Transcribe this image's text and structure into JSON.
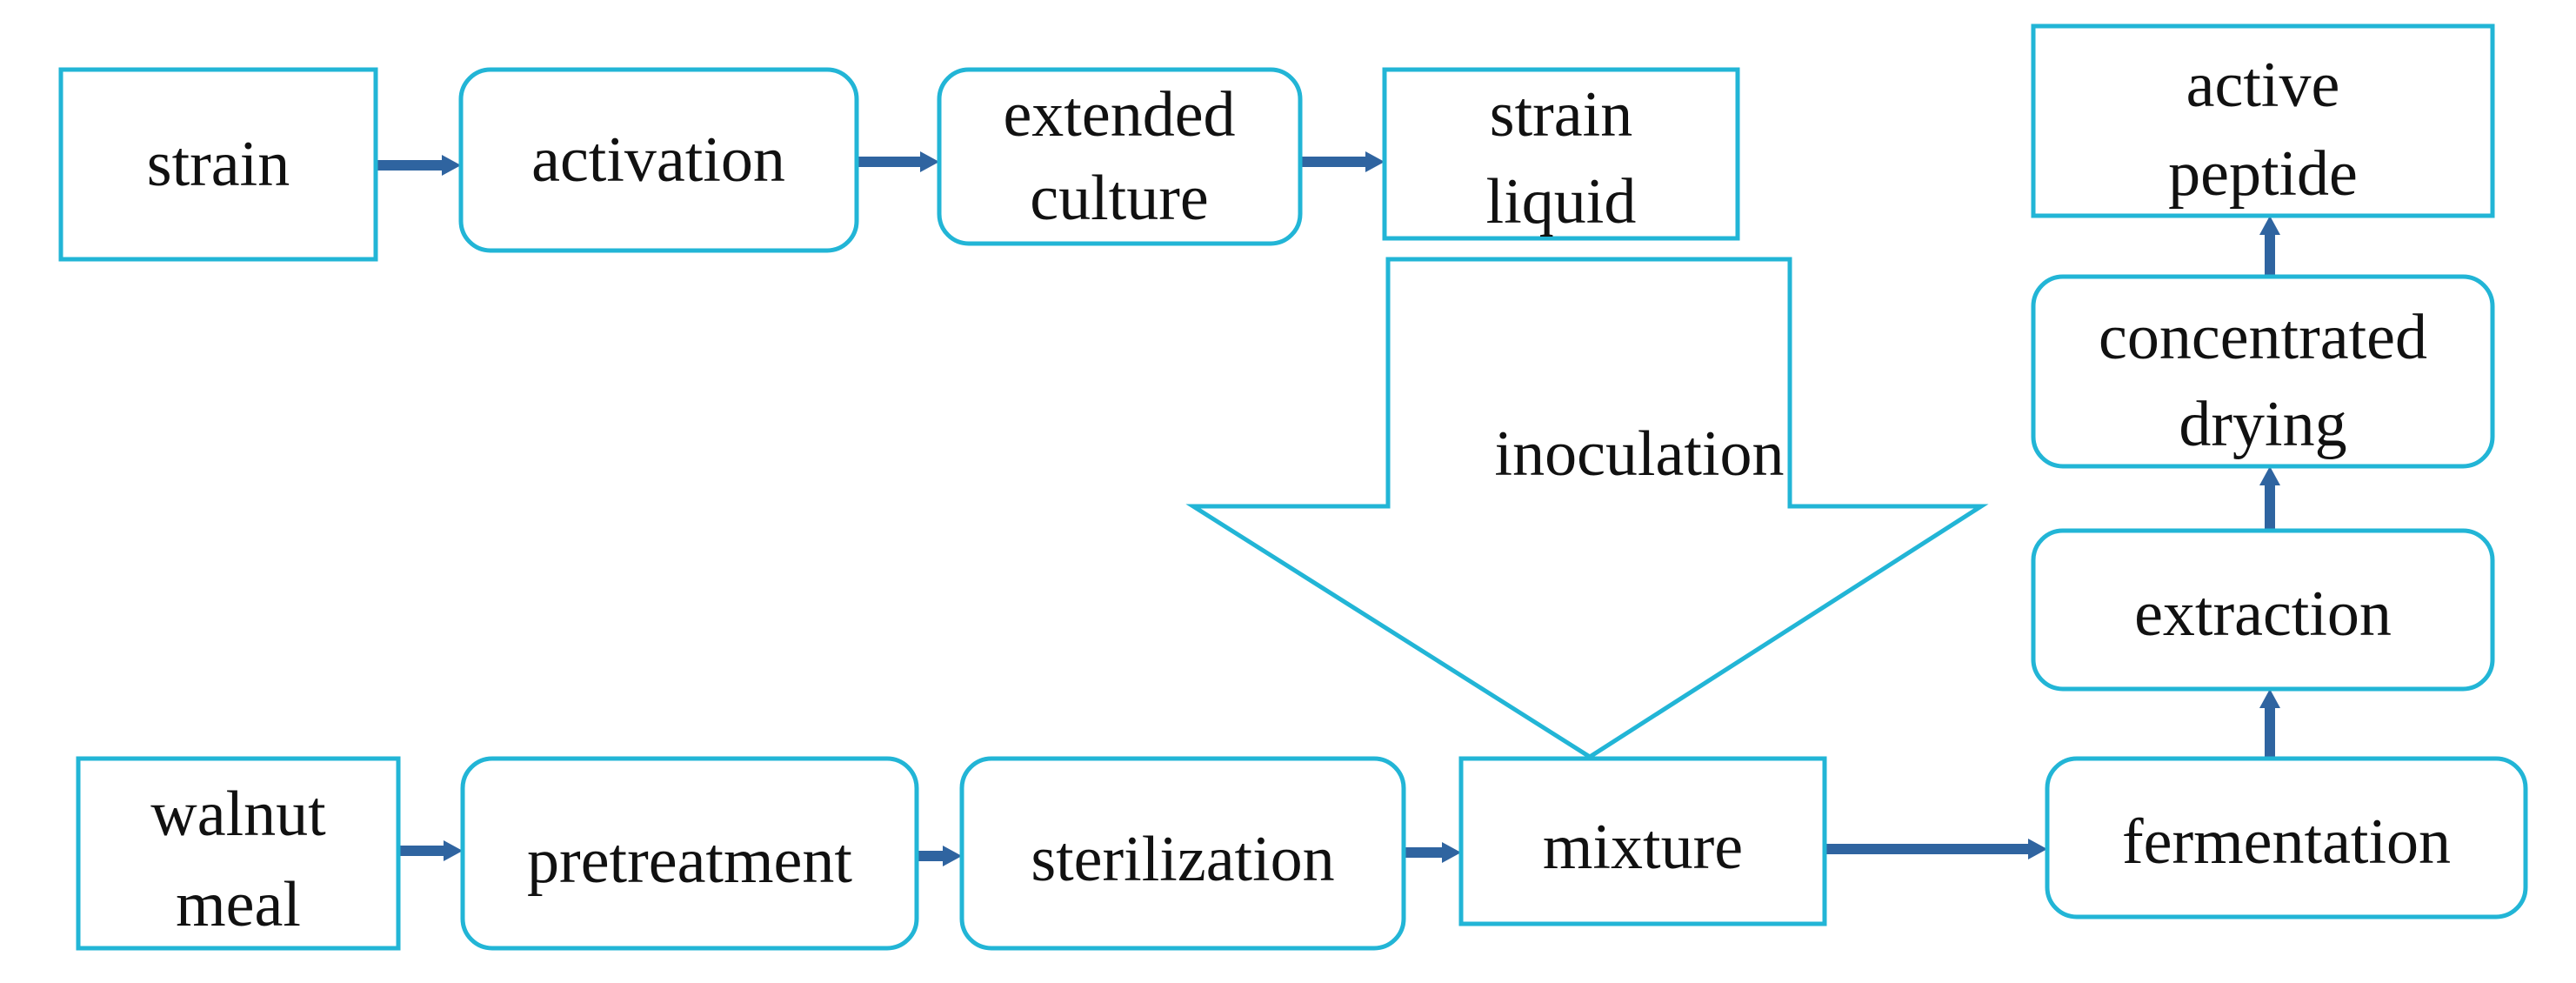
{
  "diagram": {
    "nodes": {
      "strain": {
        "lines": [
          "strain"
        ]
      },
      "activation": {
        "lines": [
          "activation"
        ]
      },
      "extended_culture": {
        "lines": [
          "extended",
          "culture"
        ]
      },
      "strain_liquid": {
        "lines": [
          "strain",
          "liquid"
        ]
      },
      "walnut_meal": {
        "lines": [
          "walnut",
          "meal"
        ]
      },
      "pretreatment": {
        "lines": [
          "pretreatment"
        ]
      },
      "sterilization": {
        "lines": [
          "sterilization"
        ]
      },
      "mixture": {
        "lines": [
          "mixture"
        ]
      },
      "fermentation": {
        "lines": [
          "fermentation"
        ]
      },
      "extraction": {
        "lines": [
          "extraction"
        ]
      },
      "concentrated_drying": {
        "lines": [
          "concentrated",
          "drying"
        ]
      },
      "active_peptide": {
        "lines": [
          "active",
          "peptide"
        ]
      }
    },
    "inoculation_label": "inoculation",
    "edges": [
      {
        "from": "strain",
        "to": "activation"
      },
      {
        "from": "activation",
        "to": "extended_culture"
      },
      {
        "from": "extended_culture",
        "to": "strain_liquid"
      },
      {
        "from": "strain_liquid",
        "to": "mixture",
        "label": "inoculation"
      },
      {
        "from": "walnut_meal",
        "to": "pretreatment"
      },
      {
        "from": "pretreatment",
        "to": "sterilization"
      },
      {
        "from": "sterilization",
        "to": "mixture"
      },
      {
        "from": "mixture",
        "to": "fermentation"
      },
      {
        "from": "fermentation",
        "to": "extraction"
      },
      {
        "from": "extraction",
        "to": "concentrated_drying"
      },
      {
        "from": "concentrated_drying",
        "to": "active_peptide"
      }
    ],
    "colors": {
      "box_stroke": "#22b5d6",
      "arrow": "#2f64a0",
      "text": "#111111"
    }
  }
}
